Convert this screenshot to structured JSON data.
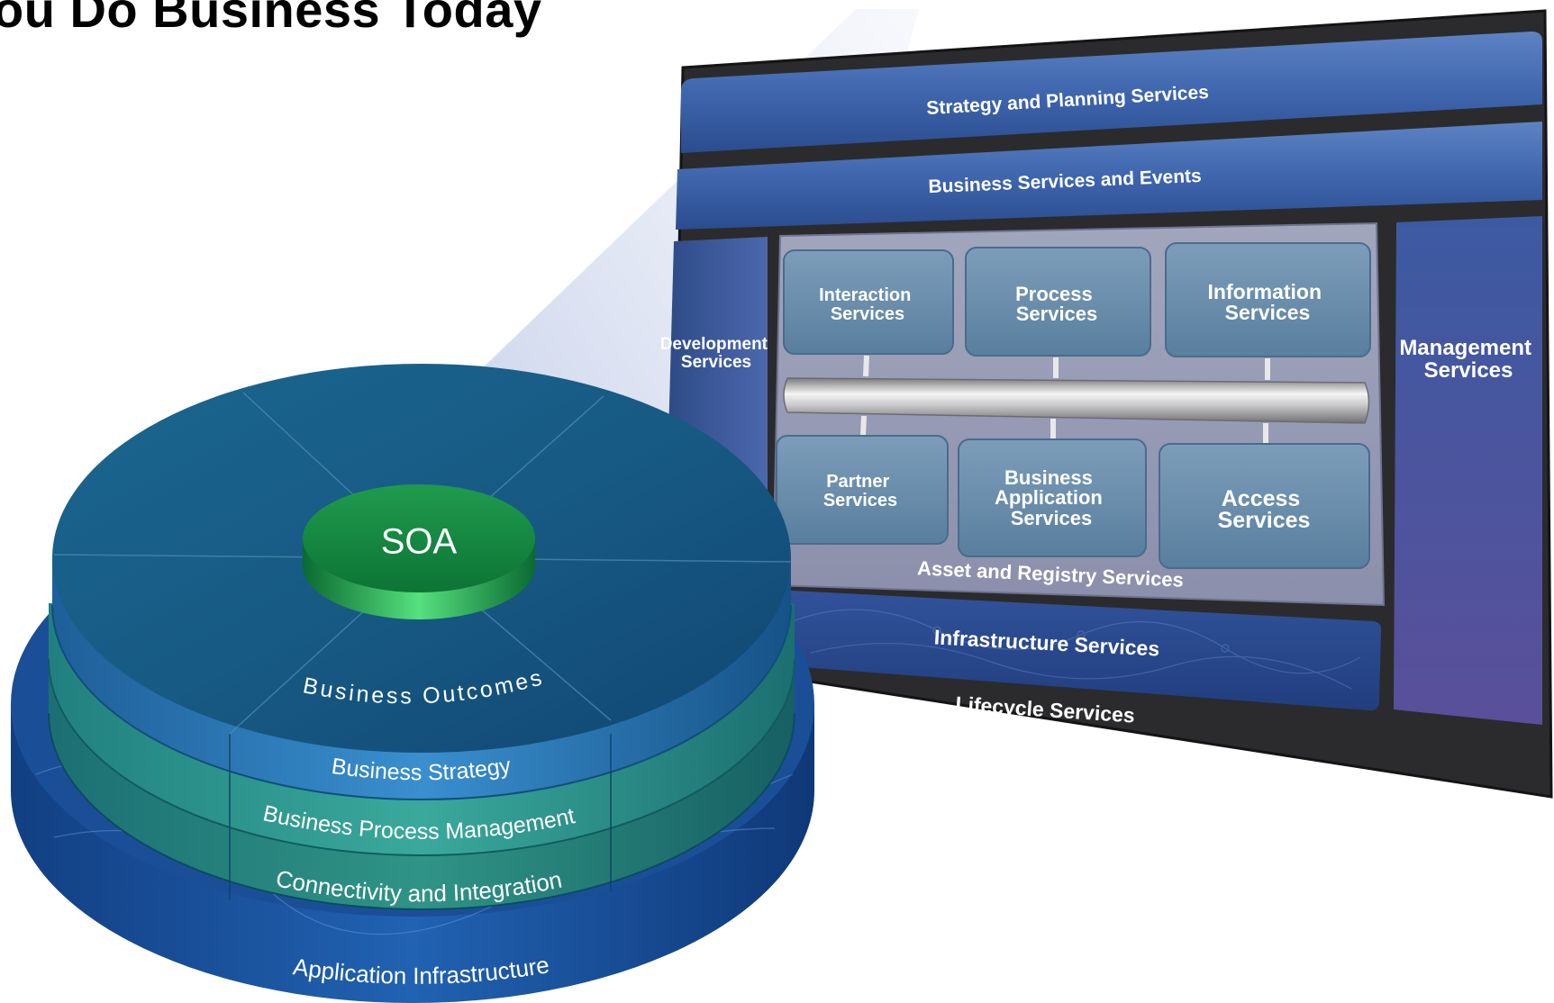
{
  "header": {
    "title": "ou Do Business Today"
  },
  "architecture_panel": {
    "top_bands": {
      "strategy": "Strategy and Planning Services",
      "business": "Business Services and Events"
    },
    "side_columns": {
      "development": [
        "Development",
        "Services"
      ],
      "management": [
        "Management",
        "Services"
      ]
    },
    "upper_services": {
      "interaction": [
        "Interaction",
        "Services"
      ],
      "process": [
        "Process",
        "Services"
      ],
      "information": [
        "Information",
        "Services"
      ]
    },
    "lower_services": {
      "partner": [
        "Partner",
        "Services"
      ],
      "business_application": [
        "Business",
        "Application",
        "Services"
      ],
      "access": [
        "Access",
        "Services"
      ]
    },
    "bottom_bands": {
      "asset": "Asset and Registry Services",
      "infrastructure": "Infrastructure Services",
      "lifecycle": "Lifecycle Services"
    }
  },
  "soa_stack": {
    "hub": "SOA",
    "outcomes": "Business Outcomes",
    "layers": {
      "strategy": "Business Strategy",
      "bpm": "Business Process Management",
      "connectivity": "Connectivity and Integration",
      "infrastructure": "Application Infrastructure"
    }
  },
  "colors": {
    "panel_frame": "#2b2b2d",
    "band_blue": "#3c64ac",
    "service_box": "#6a8eaa",
    "disc_top": "#1a5f86",
    "layer_teal": "#2e9a90",
    "hub_green": "#1fa14e"
  }
}
